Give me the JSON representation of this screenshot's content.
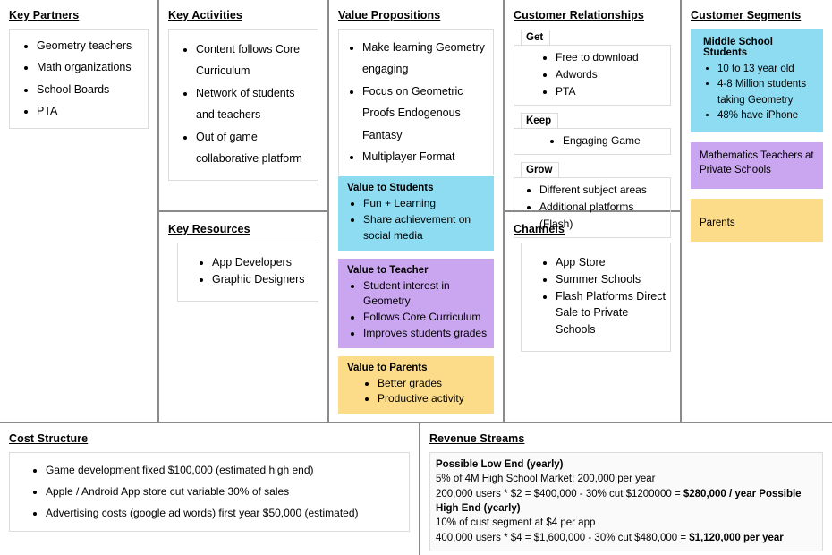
{
  "blocks": {
    "key_partners": {
      "title": "Key Partners",
      "items": [
        "Geometry teachers",
        "Math organizations",
        "School Boards",
        "PTA"
      ]
    },
    "key_activities": {
      "title": "Key Activities",
      "items": [
        "Content follows Core Curriculum",
        "Network of students and teachers",
        "Out of game collaborative platform"
      ]
    },
    "key_resources": {
      "title": "Key Resources",
      "items": [
        "App Developers",
        "Graphic Designers"
      ]
    },
    "value_propositions": {
      "title": "Value Propositions",
      "items": [
        "Make learning Geometry engaging",
        "Focus on Geometric Proofs Endogenous Fantasy",
        "Multiplayer Format"
      ],
      "tiles": [
        {
          "title": "Value to Students",
          "color": "#8ddcf2",
          "items": [
            "Fun + Learning",
            "Share achievement on social media"
          ]
        },
        {
          "title": "Value to Teacher",
          "color": "#cba6f0",
          "items": [
            "Student interest in Geometry",
            "Follows Core Curriculum",
            "Improves students grades"
          ]
        },
        {
          "title": "Value to Parents",
          "color": "#fcdc88",
          "items": [
            "Better grades",
            "Productive activity"
          ]
        }
      ]
    },
    "customer_relationships": {
      "title": "Customer Relationships",
      "groups": [
        {
          "label": "Get",
          "items": [
            "Free to download",
            "Adwords",
            "PTA"
          ]
        },
        {
          "label": "Keep",
          "items": [
            "Engaging Game"
          ]
        },
        {
          "label": "Grow",
          "items": [
            "Different subject areas",
            "Additional platforms (Flash)"
          ]
        }
      ]
    },
    "channels": {
      "title": "Channels",
      "items": [
        "App Store",
        "Summer Schools",
        "Flash Platforms Direct Sale to Private Schools"
      ]
    },
    "customer_segments": {
      "title": "Customer Segments",
      "tiles": [
        {
          "title": "Middle School Students",
          "color": "#8ddcf2",
          "items": [
            "10 to 13 year old",
            "4-8 Million students taking Geometry",
            "48% have iPhone"
          ]
        },
        {
          "title": "",
          "color": "#cba6f0",
          "text": "Mathematics Teachers at Private Schools"
        },
        {
          "title": "",
          "color": "#fcdc88",
          "text": "Parents"
        }
      ]
    },
    "cost_structure": {
      "title": "Cost Structure",
      "items": [
        "Game development fixed $100,000 (estimated high end)",
        "Apple / Android App store cut variable 30% of sales",
        "Advertising costs (google ad words)  first year $50,000 (estimated)"
      ]
    },
    "revenue_streams": {
      "title": "Revenue Streams",
      "line1": "Possible Low End (yearly)",
      "line2": "5% of 4M High School Market:  200,000 per year",
      "line3_plain": "200,000 users * $2 = $400,000 - 30% cut $1200000 = ",
      "line3_bold": "$280,000 / year Possible High End (yearly)",
      "line4": "10% of cust segment at $4 per app",
      "line5_plain": "400,000 users * $4 = $1,600,000 - 30% cut $480,000 = ",
      "line5_bold": "$1,120,000 per year"
    }
  },
  "colors": {
    "blue": "#8ddcf2",
    "purple": "#cba6f0",
    "yellow": "#fcdc88",
    "border": "#8a8a8a",
    "note_border": "#dcdcdc"
  }
}
